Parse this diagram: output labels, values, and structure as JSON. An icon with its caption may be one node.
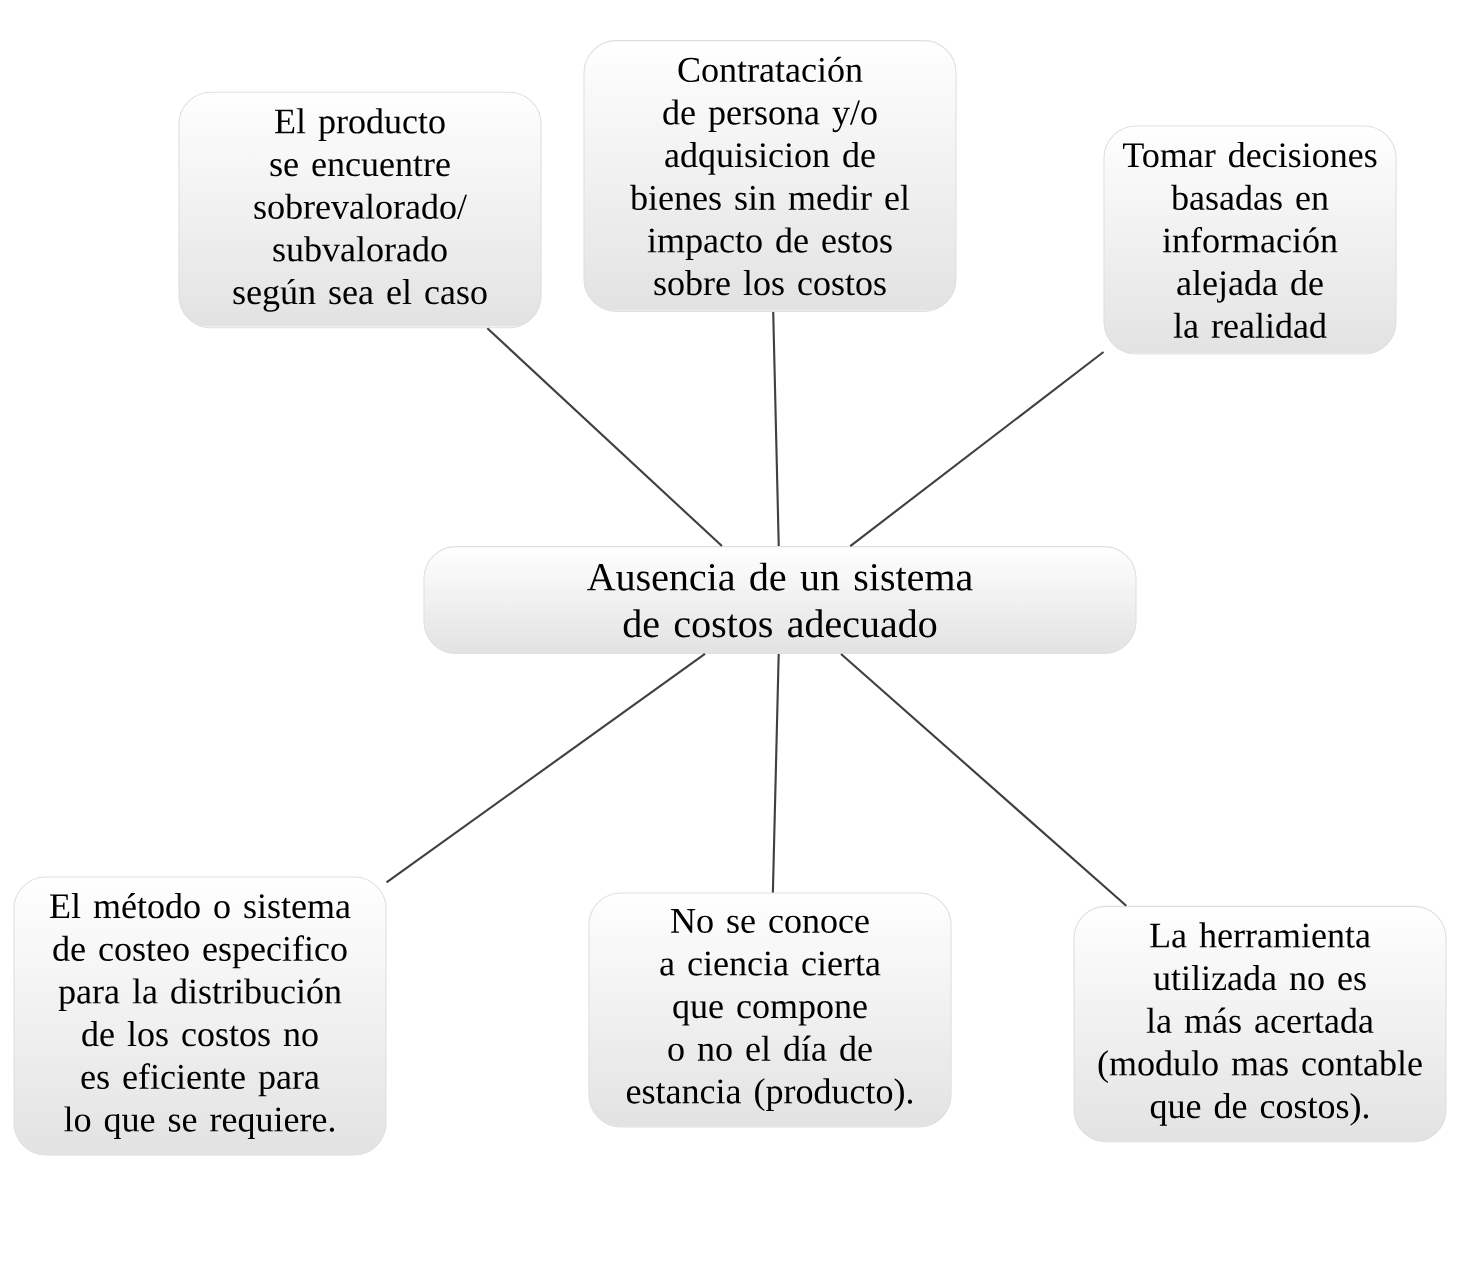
{
  "diagram": {
    "nodes": [
      {
        "text": [
          "El producto se encuentre sobrevalorado/ subvalorado según sea el caso"
        ]
      },
      {
        "text": [
          "Contratación de persona y/o adquisicion de bienes sin medir el impacto de estos sobre los costos"
        ]
      },
      {
        "text": [
          "Tomar decisiones basadas en información alejada de la realidad"
        ]
      },
      {
        "text": [
          "Ausencia de un sistema de costos adecuado"
        ]
      },
      {
        "text": [
          "El método o sistema de costeo especifico para la distribución de los costos no es eficiente para lo que se requiere."
        ]
      },
      {
        "text": [
          "No se conoce a ciencia cierta que compone o no el día de estancia (producto)."
        ]
      },
      {
        "text": [
          "La herramienta utilizada no es la más acertada (modulo mas contable que de costos)."
        ]
      }
    ],
    "edges": [
      {
        "from": 3,
        "to": 0,
        "arrow": "none"
      },
      {
        "from": 3,
        "to": 1,
        "arrow": "none"
      },
      {
        "from": 3,
        "to": 2,
        "arrow": "none"
      },
      {
        "from": 3,
        "to": 4,
        "arrow": "none"
      },
      {
        "from": 3,
        "to": 5,
        "arrow": "none"
      },
      {
        "from": 3,
        "to": 6,
        "arrow": "none"
      }
    ]
  }
}
